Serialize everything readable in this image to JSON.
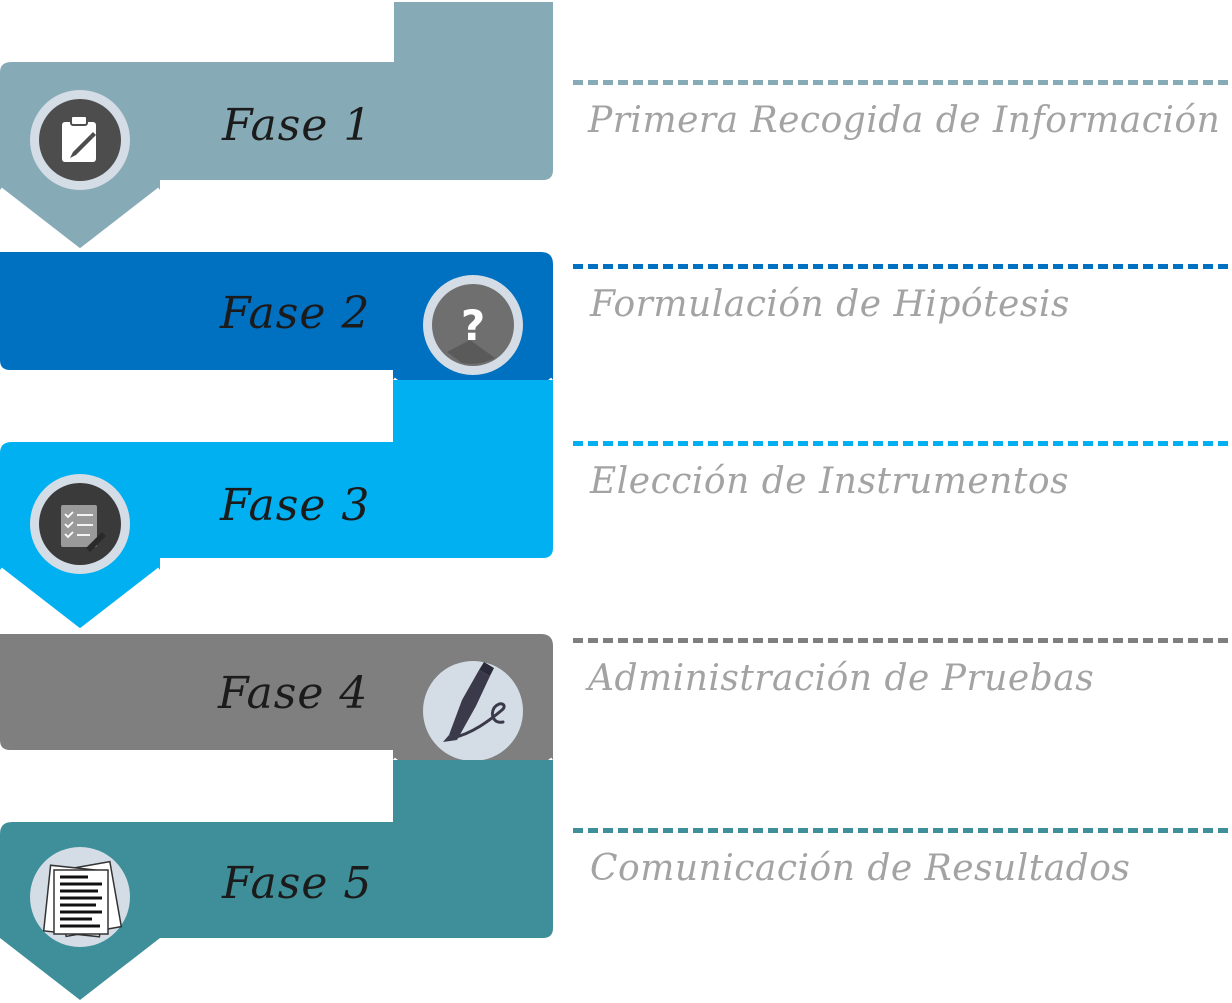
{
  "phases": [
    {
      "label": "Fase 1",
      "description": "Primera Recogida de Información",
      "color": "#86abb7",
      "icon": "clipboard-edit-icon"
    },
    {
      "label": "Fase 2",
      "description": "Formulación de Hipótesis",
      "color": "#0070c0",
      "icon": "question-icon"
    },
    {
      "label": "Fase 3",
      "description": "Elección de Instrumentos",
      "color": "#00b0f0",
      "icon": "checklist-icon"
    },
    {
      "label": "Fase 4",
      "description": "Administración de Pruebas",
      "color": "#7f7f7f",
      "icon": "pen-signature-icon"
    },
    {
      "label": "Fase 5",
      "description": "Comunicación de Resultados",
      "color": "#3e8f99",
      "icon": "documents-icon"
    }
  ]
}
